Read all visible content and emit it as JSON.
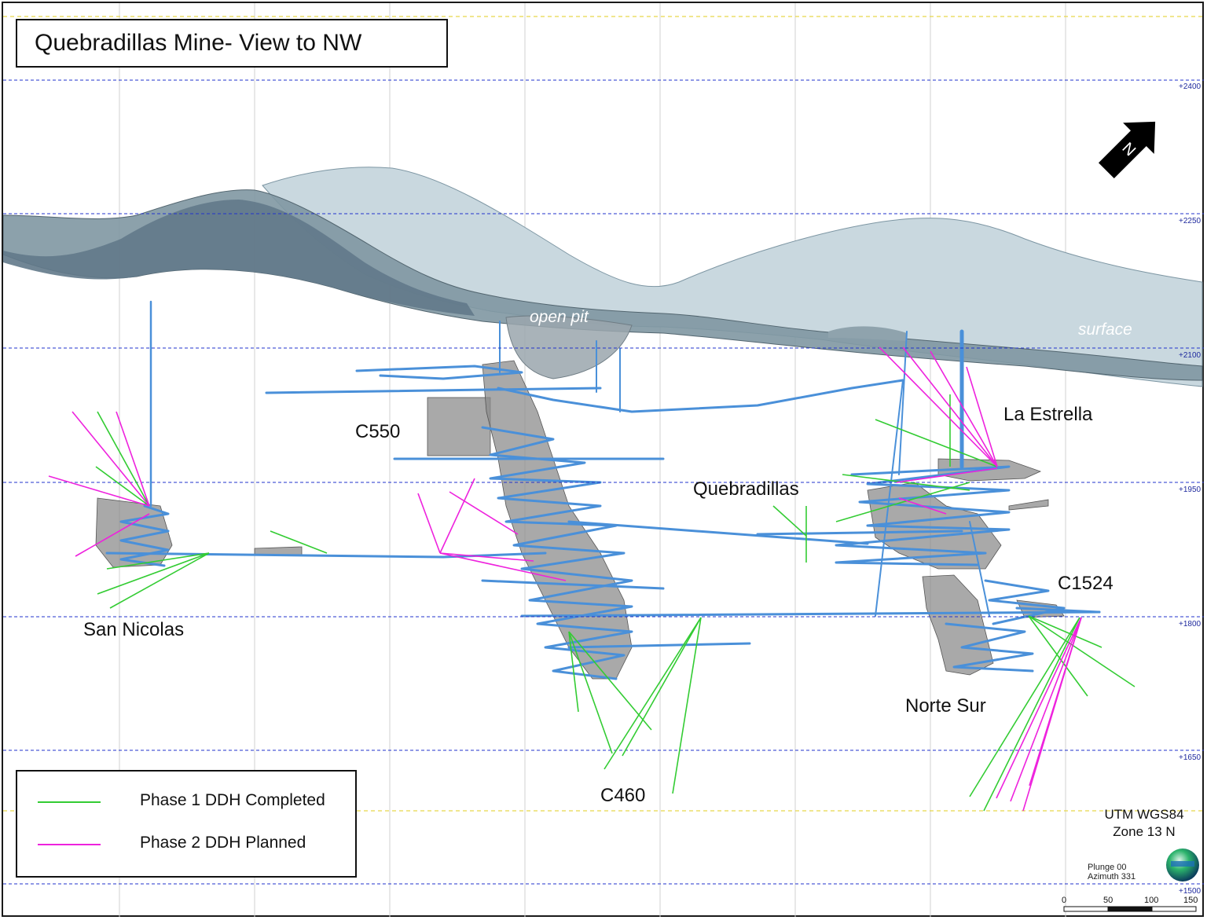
{
  "title": "Quebradillas Mine- View to NW",
  "north_arrow": {
    "letter": "N"
  },
  "elevation_labels": [
    "+2400",
    "+2250",
    "+2100",
    "+1950",
    "+1800",
    "+1650",
    "+1500"
  ],
  "area_labels": {
    "open_pit": "open pit",
    "surface": "surface",
    "c550": "C550",
    "la_estrella": "La Estrella",
    "quebradillas": "Quebradillas",
    "c1524": "C1524",
    "san_nicolas": "San Nicolas",
    "norte_sur": "Norte Sur",
    "c460": "C460"
  },
  "legend": {
    "phase1": {
      "label": "Phase 1 DDH Completed",
      "color": "#33cc33"
    },
    "phase2": {
      "label": "Phase 2 DDH Planned",
      "color": "#ee22dd"
    }
  },
  "crs": {
    "line1": "UTM WGS84",
    "line2": "Zone 13 N"
  },
  "view": {
    "plunge": "Plunge 00",
    "azimuth": "Azimuth 331"
  },
  "scale_bar": {
    "ticks": [
      "0",
      "50",
      "100",
      "150"
    ]
  },
  "colors": {
    "workings": "#4a90d9",
    "stopes": "#8a8a8a",
    "terrain": "#9fb4bf",
    "grid_blue": "#2233cc",
    "grid_yellow": "#e8d84a"
  }
}
